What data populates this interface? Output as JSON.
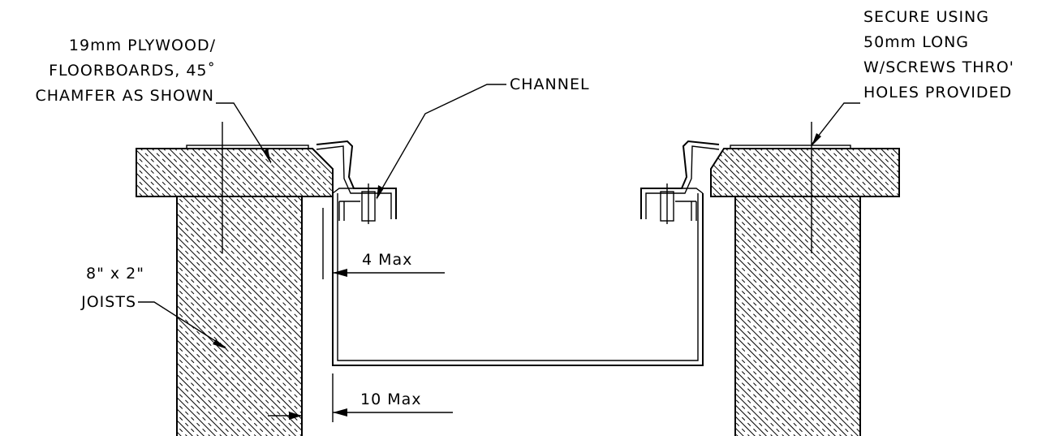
{
  "labels": {
    "plywood": [
      "19mm PLYWOOD/",
      "FLOORBOARDS, 45˚",
      "CHAMFER AS SHOWN"
    ],
    "channel": "CHANNEL",
    "secure": [
      "SECURE USING",
      "50mm LONG",
      "W/SCREWS THRO'",
      "HOLES PROVIDED"
    ],
    "joists": [
      "8\" x 2\"",
      "JOISTS"
    ],
    "dim_top": "4  Max",
    "dim_bottom": "10  Max"
  },
  "colors": {
    "line": "#000000",
    "background": "#ffffff"
  }
}
